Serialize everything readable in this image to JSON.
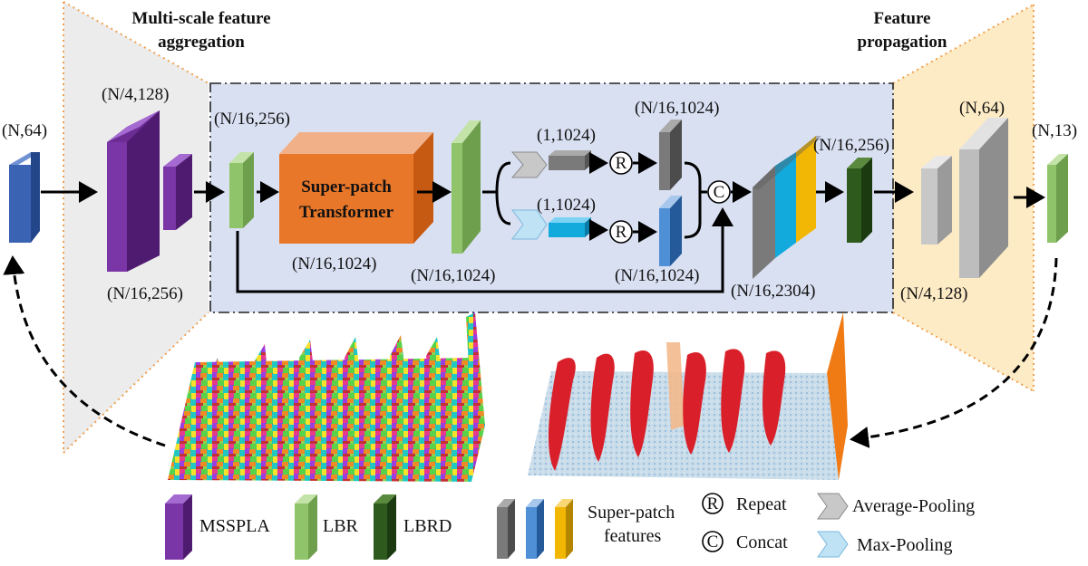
{
  "titles": {
    "left_line1": "Multi-scale feature",
    "left_line2": "aggregation",
    "right_line1": "Feature",
    "right_line2": "propagation"
  },
  "labels": {
    "input": "(N,64)",
    "enc_big": "(N/4,128)",
    "enc_small": "(N/16,256)",
    "lbr_in": "(N/16,256)",
    "transformer_line1": "Super-patch",
    "transformer_line2": "Transformer",
    "transformer_out": "(N/16,1024)",
    "post_tf": "(N/16,1024)",
    "avg_pool": "(1,1024)",
    "max_pool": "(1,1024)",
    "repeat_top": "(N/16,1024)",
    "repeat_bot": "(N/16,1024)",
    "repeat_symbol": "R",
    "concat_symbol": "C",
    "concat_out": "(N/16,2304)",
    "lbrd_out": "(N/16,256)",
    "dec_big": "(N,64)",
    "dec_small": "(N/4,128)",
    "output": "(N,13)"
  },
  "legend": {
    "msspla": "MSSPLA",
    "lbr": "LBR",
    "lbrd": "LBRD",
    "superpatch_line1": "Super-patch",
    "superpatch_line2": "features",
    "repeat": "Repeat",
    "concat": "Concat",
    "avg_pooling": "Average-Pooling",
    "max_pooling": "Max-Pooling"
  },
  "colors": {
    "blue": "#3a63b3",
    "purple": "#6b2c93",
    "light_green": "#8fc46a",
    "dark_green": "#2f5a1d",
    "orange": "#e9772a",
    "gray": "#7a7a7a",
    "light_gray": "#bdbdbd",
    "cyan": "#12a9dc",
    "yellow": "#f2b705",
    "panel": "#d9e0f2",
    "left_trap": "#ededed",
    "right_trap": "#fcebc6",
    "red": "#d9202a"
  }
}
